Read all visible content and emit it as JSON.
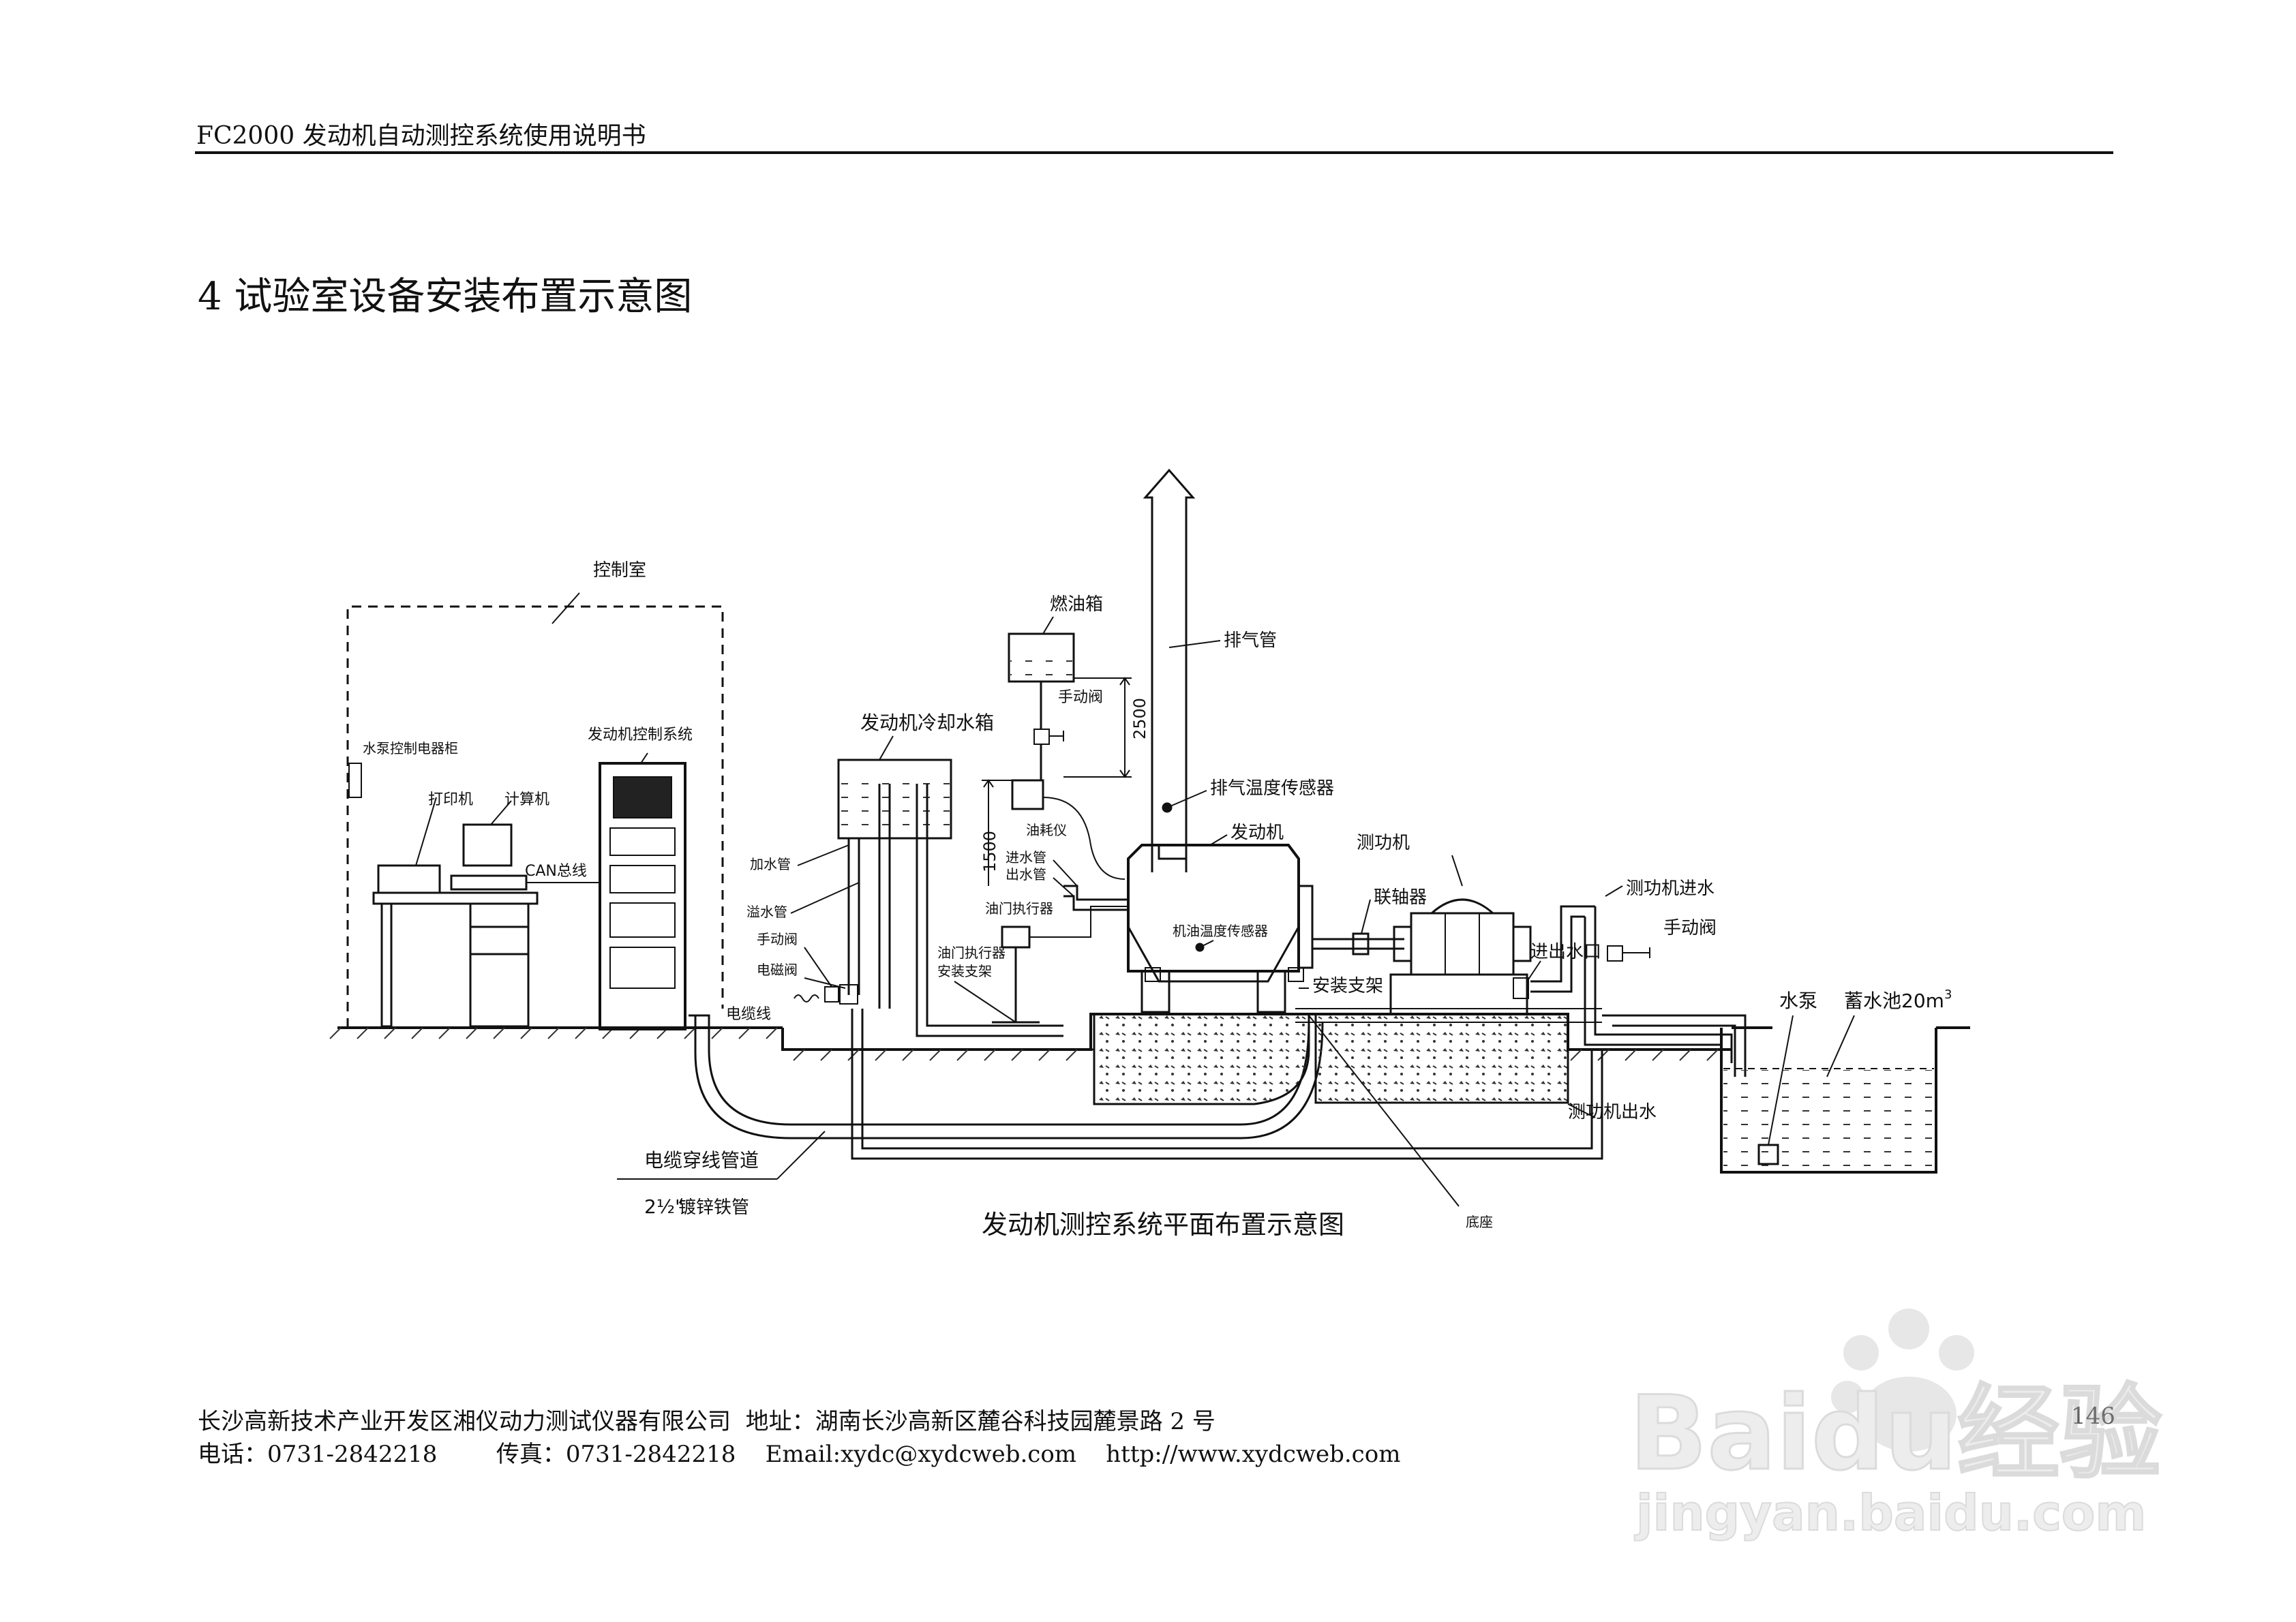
{
  "header": {
    "title": "FC2000 发动机自动测控系统使用说明书"
  },
  "section": {
    "title": "4 试验室设备安装布置示意图"
  },
  "diagram": {
    "caption": "发动机测控系统平面布置示意图",
    "labels": {
      "control_room": "控制室",
      "water_pump_cabinet": "水泵控制电器柜",
      "printer": "打印机",
      "computer": "计算机",
      "can_bus": "CAN总线",
      "control_system": "发动机控制系统",
      "fuel_tank": "燃油箱",
      "manual_valve_top": "手动阀",
      "dim_2500": "2500",
      "dim_1500": "1500",
      "exhaust_pipe": "排气管",
      "exhaust_temp_sensor": "排气温度传感器",
      "coolant_tank": "发动机冷却水箱",
      "fuel_meter": "油耗仪",
      "engine": "发动机",
      "inlet_pipe": "进水管",
      "outlet_pipe": "出水管",
      "add_water_pipe": "加水管",
      "overflow_pipe": "溢水管",
      "throttle_actuator": "油门执行器",
      "throttle_bracket": "油门执行器\n安装支架",
      "oil_temp_sensor": "机油温度传感器",
      "manual_valve_left": "手动阀",
      "solenoid_valve": "电磁阀",
      "cable": "电缆线",
      "dynamometer": "测功机",
      "coupling": "联轴器",
      "mount_bracket": "安装支架",
      "water_io": "进出水口",
      "dyno_inlet": "测功机进水",
      "manual_valve_right": "手动阀",
      "water_pump": "水泵",
      "reservoir": "蓄水池20m",
      "reservoir_sup": "3",
      "dyno_outlet": "测功机出水",
      "cable_conduit": "电缆穿线管道",
      "galv_size": "2½\"",
      "galv_pipe": "镀锌铁管",
      "foundation": "底座"
    }
  },
  "footer": {
    "line1": "长沙高新技术产业开发区湘仪动力测试仪器有限公司  地址：湖南长沙高新区麓谷科技园麓景路 2 号",
    "line2": "电话：0731-2842218        传真：0731-2842218    Email:xydc@xydcweb.com    http://www.xydcweb.com",
    "page_number": "146"
  },
  "watermark": {
    "brand_left": "Bai",
    "brand_mid": "du",
    "brand_right": "经验",
    "domain": "jingyan.baidu.com"
  }
}
